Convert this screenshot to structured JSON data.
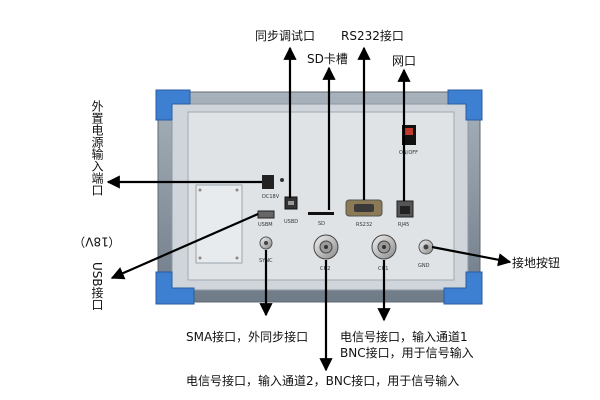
{
  "labels": {
    "sync_debug": "同步调试口",
    "rs232": "RS232接口",
    "sd_slot": "SD卡槽",
    "network": "网口",
    "ext_power": "外置电源输入端口",
    "ext_power_voltage": "（18V）",
    "usb": "USB接口",
    "ground_button": "接地按钮",
    "sma": "SMA接口，外同步接口",
    "ch1_line1": "电信号接口，输入通道1",
    "ch1_line2": "BNC接口，用于信号输入",
    "ch2": "电信号接口，输入通道2，BNC接口，用于信号输入"
  },
  "panel_text": {
    "dc18v": "DC18V",
    "usbd": "USBD",
    "sd": "SD",
    "rs232": "RS232",
    "rj45": "RJ45",
    "on_off": "ON/OFF",
    "usbm": "USBM",
    "sync": "SYNC",
    "ch2": "CH2",
    "ch1": "CH1",
    "gnd": "GND"
  },
  "colors": {
    "panel": "#d9dde1",
    "frame": "#8f9aa6",
    "corner": "#3d7fd1",
    "arrow": "#000000"
  }
}
